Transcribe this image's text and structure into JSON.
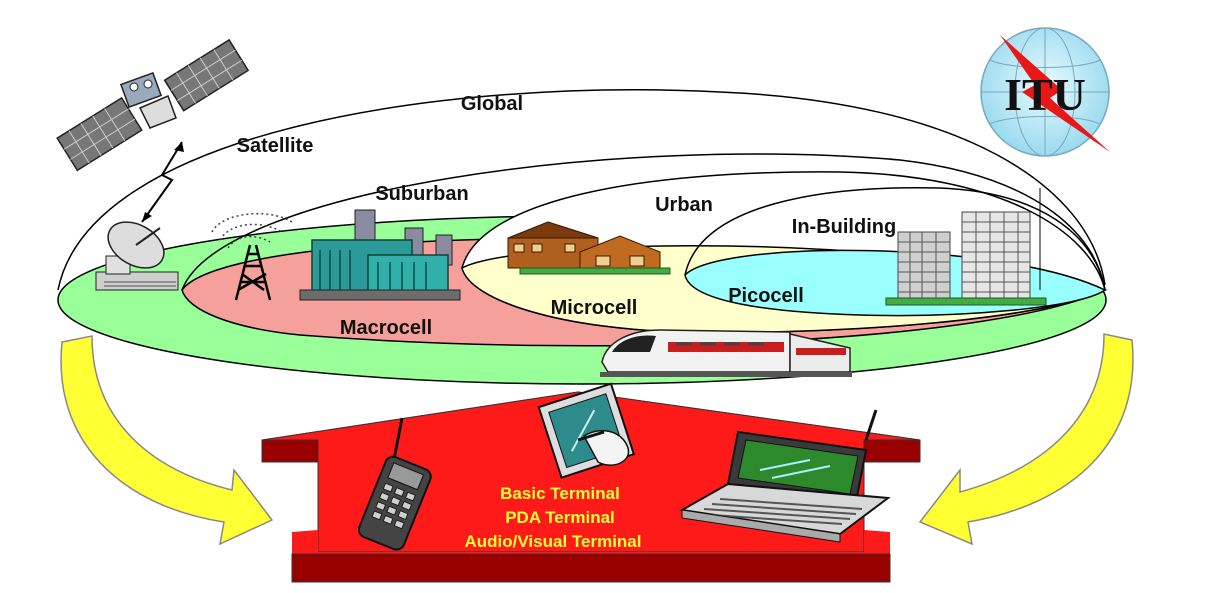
{
  "zones": {
    "global": "Global",
    "satellite": "Satellite",
    "suburban": "Suburban",
    "urban": "Urban",
    "in_building": "In-Building",
    "macrocell": "Macrocell",
    "microcell": "Microcell",
    "picocell": "Picocell"
  },
  "logo": {
    "text": "ITU"
  },
  "terminals": {
    "basic": "Basic Terminal",
    "pda": "PDA Terminal",
    "audio_visual": "Audio/Visual Terminal"
  },
  "colors": {
    "global_ring": "#99ff99",
    "macrocell": "#f5a09a",
    "microcell": "#ffffcc",
    "picocell": "#99ffff",
    "platform_top": "#ff1a1a",
    "platform_side": "#990000",
    "arrows": "#ffff33",
    "terminal_text": "#ffff33"
  }
}
